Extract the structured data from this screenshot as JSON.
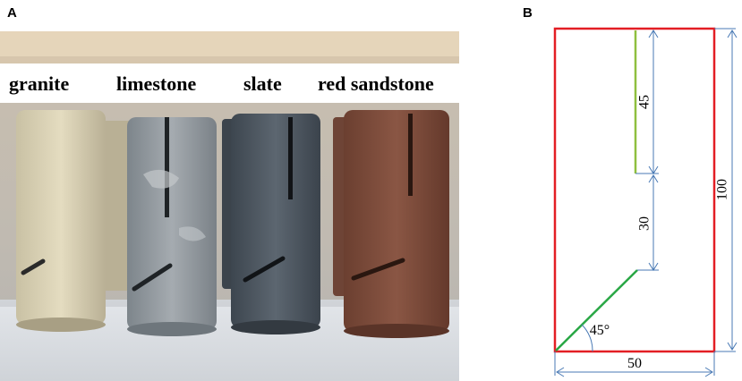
{
  "panels": {
    "a_label": "A",
    "b_label": "B"
  },
  "photo": {
    "labels": [
      "granite",
      "limestone",
      "slate",
      "red sandstone"
    ]
  },
  "diagram": {
    "dim_height": "100",
    "dim_width": "50",
    "dim_upper_slit": "45",
    "dim_middle": "30",
    "angle": "45°"
  },
  "colors": {
    "outline": "#e31e24",
    "slit": "#29a745",
    "dimension": "#4a7ab5",
    "granite": "#d8d0b4",
    "limestone": "#8d9499",
    "slate": "#4d5660",
    "red_sandstone": "#7a4a38"
  }
}
